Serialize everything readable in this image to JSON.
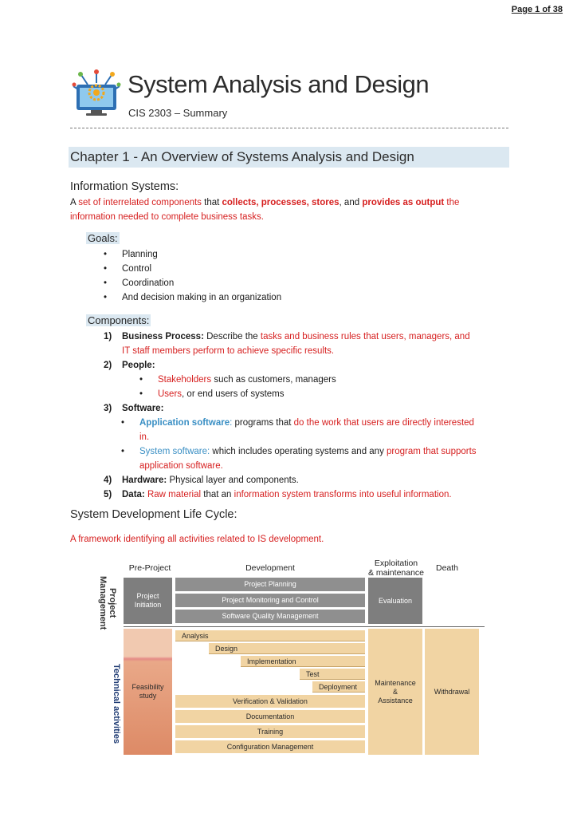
{
  "page_number": "Page 1 of 38",
  "header": {
    "logo_icon": "computer-gears-icon",
    "title": "System Analysis and Design",
    "subtitle": "CIS 2303 – Summary"
  },
  "chapter_title": "Chapter 1 - An Overview of Systems Analysis and Design",
  "info_systems": {
    "heading": "Information Systems:",
    "def_parts": [
      "A ",
      "set of interrelated components",
      " that ",
      "collects, processes, stores",
      ", and ",
      "provides as output",
      " the",
      "information needed to complete business tasks."
    ]
  },
  "goals": {
    "heading": "Goals:",
    "items": [
      "Planning",
      "Control",
      "Coordination",
      "And decision making in an organization"
    ]
  },
  "components": {
    "heading": "Components:",
    "c1_num": "1)",
    "c1_label": "Business Process:",
    "c1_text": " Describe the ",
    "c1_red1": "tasks and business rules that users, managers, and",
    "c1_red2": "IT staff members perform to achieve specific results.",
    "c2_num": "2)",
    "c2_label": "People:",
    "c2_sub1_red": "Stakeholders",
    "c2_sub1_text": " such as customers, managers",
    "c2_sub2_red": "Users",
    "c2_sub2_text": ", or end users of systems",
    "c3_num": "3)",
    "c3_label": "Software:",
    "c3_sub1_blue": "Application software",
    "c3_sub1_colon": ":",
    "c3_sub1_text": " programs that ",
    "c3_sub1_red1": "do the work that users are directly interested",
    "c3_sub1_red2": "in.",
    "c3_sub2_blue": "System software:",
    "c3_sub2_text": " which includes operating systems and any ",
    "c3_sub2_red1": "program that supports",
    "c3_sub2_red2": "application software.",
    "c4_num": "4)",
    "c4_label": "Hardware:",
    "c4_text": " Physical layer and components.",
    "c5_num": "5)",
    "c5_label": "Data:",
    "c5_text_red": " Raw material",
    "c5_text": " that an ",
    "c5_text_red2": "information system transforms into useful information."
  },
  "sdlc": {
    "heading": "System Development Life Cycle:",
    "definition": "A framework identifying all activities related to IS development."
  },
  "diagram": {
    "phases": [
      "Pre-Project",
      "Development",
      "Exploitation\n& maintenance",
      "Death"
    ],
    "row_labels": [
      "Project\nManagement",
      "Technical activities"
    ],
    "pm_boxes": {
      "initiation": "Project\nInitiation",
      "planning": "Project Planning",
      "monitoring": "Project Monitoring and Control",
      "quality": "Software Quality Management",
      "evaluation": "Evaluation"
    },
    "tech_boxes": {
      "feasibility": "Feasibility\nstudy",
      "analysis": "Analysis",
      "design": "Design",
      "implementation": "Implementation",
      "test": "Test",
      "deployment": "Deployment",
      "vv": "Verification & Validation",
      "documentation": "Documentation",
      "training": "Training",
      "config": "Configuration Management",
      "maintenance": "Maintenance\n&\nAssistance",
      "withdrawal": "Withdrawal"
    }
  }
}
